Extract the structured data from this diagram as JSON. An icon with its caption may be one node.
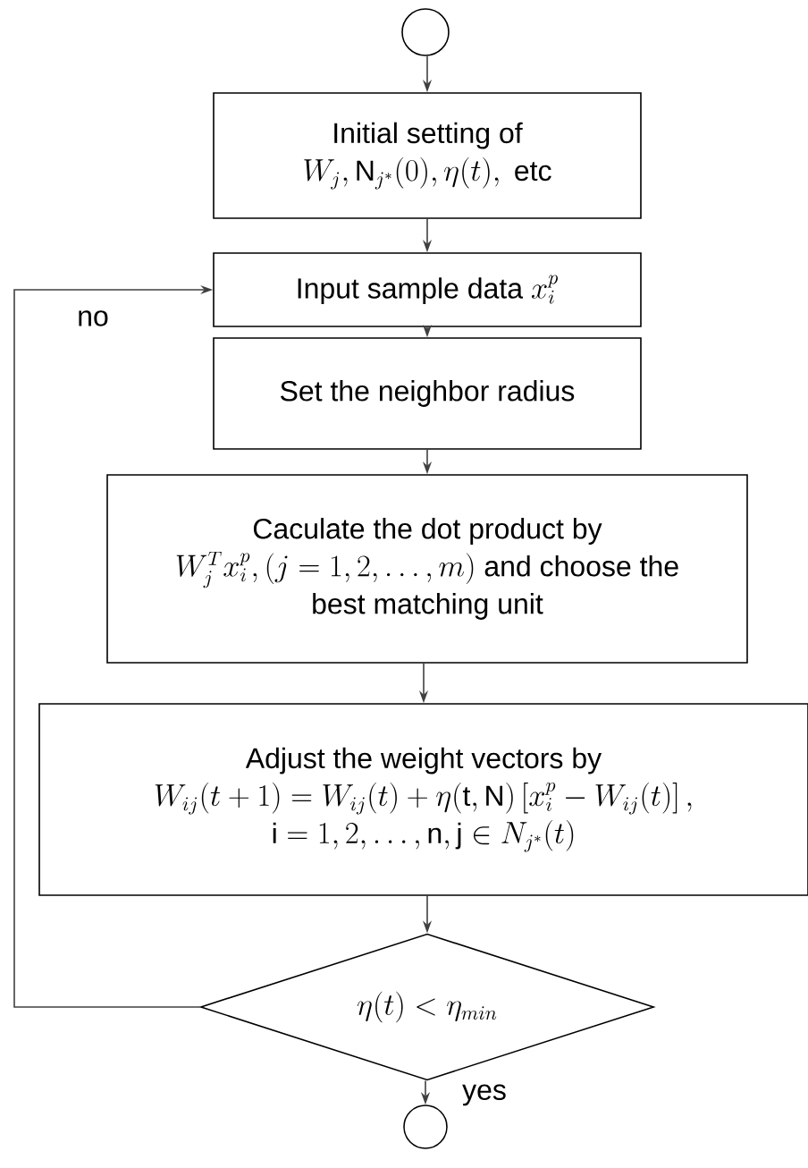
{
  "diagram": {
    "nodes": [
      {
        "text": [],
        "shape": "circle"
      },
      {
        "text": [
          "Initial setting of",
          "W_j,\\mathrm{N}_{j^*}(0),\\eta(t),\\mbox{ etc}"
        ]
      },
      {
        "text": [
          "Input sample data",
          "x_i^p"
        ]
      },
      {
        "text": [
          "Set the neighbor radius"
        ]
      },
      {
        "text": [
          "Caculate the dot product by",
          "W_j^T x_i^p,(j=1,2,\\ldots,m)",
          "and choose the best matching unit"
        ]
      },
      {
        "text": [
          "Adjust the weight vectors by",
          "W_{ij}(t+1)=W_{ij}(t)+\\eta(\\mathrm{t},\\mathrm{N})\\left[x_i^p-W_{ij}(t)\\right],",
          "\\mathrm{i}=1,2,\\ldots,\\mathrm{n},\\mathrm{j}\\in N_{j^*}(t)"
        ]
      },
      {
        "text": [
          "\\eta(t)<\\eta_{min}"
        ]
      },
      {
        "text": [],
        "shape": "circle"
      }
    ],
    "edges": [
      {
        "from": 0,
        "to": 1,
        "arrow": "to"
      },
      {
        "from": 1,
        "to": 2,
        "arrow": "to"
      },
      {
        "from": 2,
        "to": 3,
        "arrow": "to"
      },
      {
        "from": 3,
        "to": 4,
        "arrow": "to"
      },
      {
        "from": 4,
        "to": 5,
        "arrow": "to"
      },
      {
        "from": 5,
        "to": 6,
        "arrow": "to"
      },
      {
        "from": 6,
        "to": 7,
        "arrow": "to",
        "label": "yes"
      },
      {
        "from": 6,
        "to": 2,
        "arrow": "to",
        "label": "no"
      }
    ]
  }
}
